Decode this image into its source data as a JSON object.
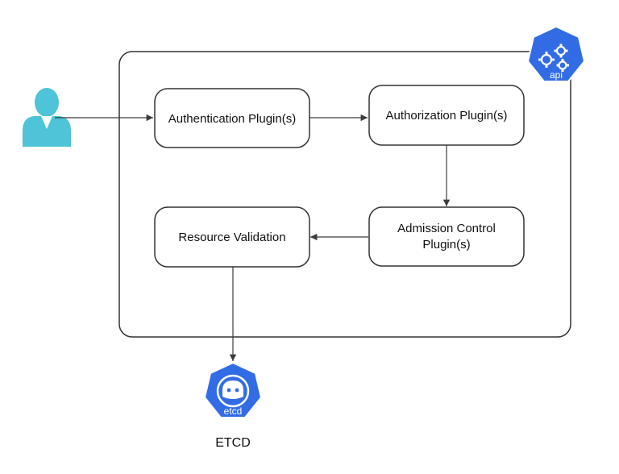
{
  "diagram": {
    "nodes": {
      "authentication": "Authentication Plugin(s)",
      "authorization": "Authorization Plugin(s)",
      "admission_line1": "Admission Control",
      "admission_line2": "Plugin(s)",
      "resource_validation": "Resource Validation"
    },
    "api_badge": {
      "label": "api"
    },
    "etcd_badge": {
      "label": "etcd"
    },
    "etcd_caption": "ETCD",
    "colors": {
      "k8s_blue": "#326ce5",
      "user_icon": "#4fc3d8",
      "stroke": "#333333",
      "arrow": "#3c3c3c"
    },
    "icons": [
      "user-icon",
      "api-server-icon",
      "etcd-icon"
    ]
  }
}
